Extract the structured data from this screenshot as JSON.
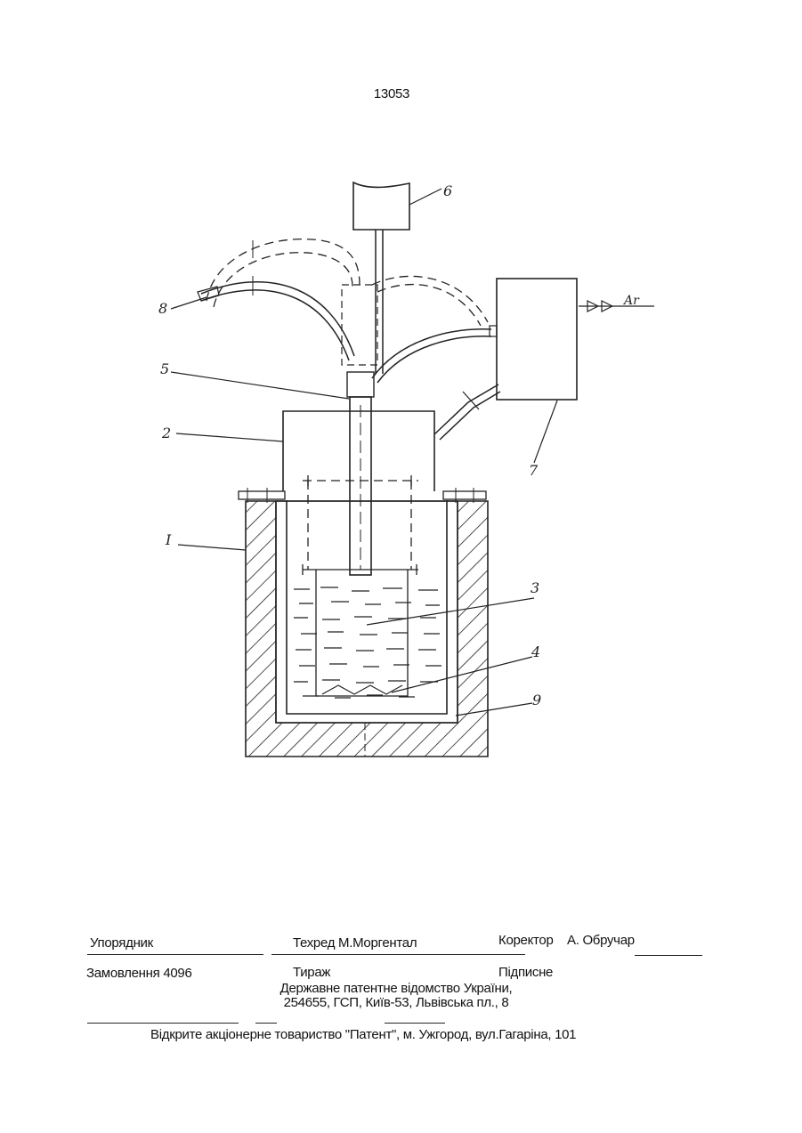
{
  "page": {
    "number": "13053"
  },
  "drawing": {
    "labels": [
      "I",
      "2",
      "3",
      "4",
      "5",
      "6",
      "7",
      "8",
      "9"
    ],
    "gas_label": "Ar"
  },
  "footer": {
    "compiler": "Упорядник",
    "tech_editor": "Техред М.Моргентал",
    "corrector_label": "Коректор",
    "corrector_name": "А. Обручар",
    "order": "Замовлення 4096",
    "circulation": "Тираж",
    "subscription": "Підписне",
    "office_line1": "Державне патентне відомство України,",
    "office_line2": "254655, ГСП, Київ-53, Львівська пл., 8",
    "printer": "Відкрите акціонерне товариство \"Патент\", м. Ужгород, вул.Гагаріна, 101"
  }
}
